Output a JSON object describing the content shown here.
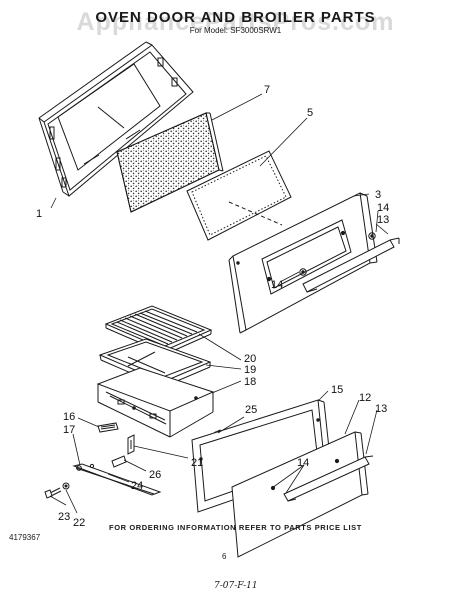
{
  "header": {
    "title": "OVEN DOOR AND BROILER PARTS",
    "model": "For Model: SF3000SRW1",
    "watermark": "AppliancePartsPros.com"
  },
  "callouts": {
    "c1": "1",
    "c7": "7",
    "c5": "5",
    "c3": "3",
    "c14a": "14",
    "c13a": "13",
    "c14b": "14",
    "c20": "20",
    "c19": "19",
    "c18": "18",
    "c15": "15",
    "c12": "12",
    "c13b": "13",
    "c25": "25",
    "c16": "16",
    "c17": "17",
    "c14c": "14",
    "c21": "21",
    "c26": "26",
    "c24": "24",
    "c23": "23",
    "c22": "22"
  },
  "footer": {
    "ordering_note": "FOR ORDERING INFORMATION REFER TO PARTS PRICE LIST",
    "doc_number": "4179367",
    "page_number": "6",
    "handwritten": "7-07-F-11"
  }
}
